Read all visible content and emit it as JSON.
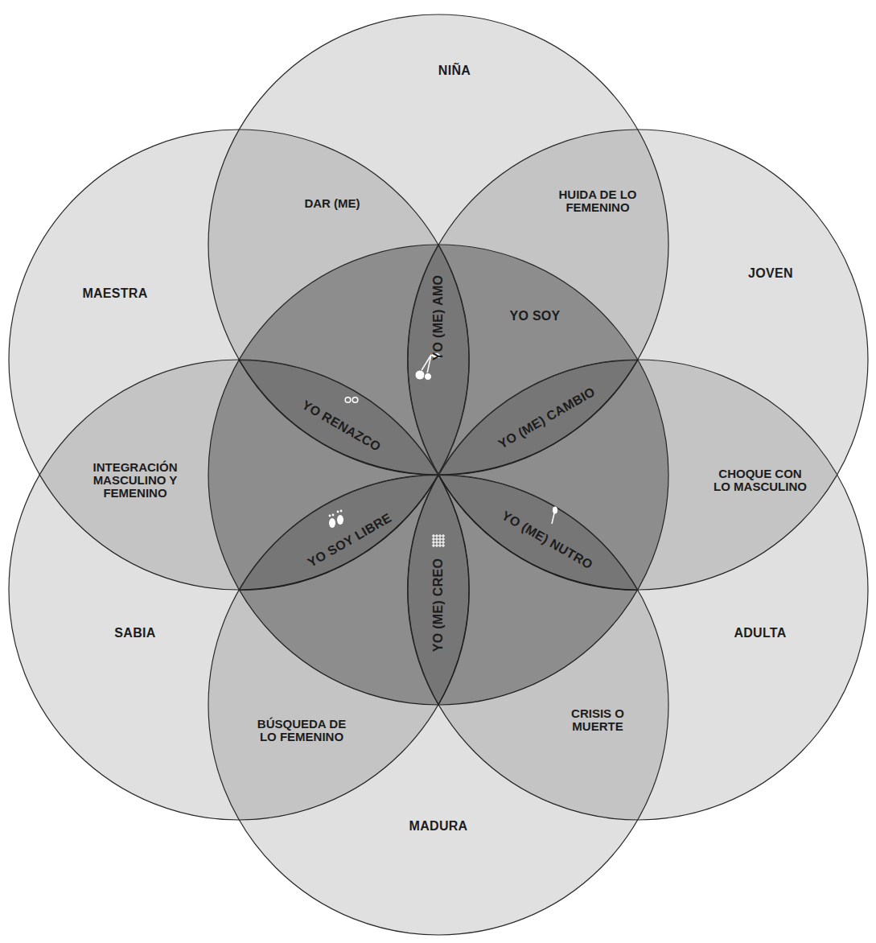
{
  "diagram": {
    "nodes": [
      {
        "text": [
          "NIÑA"
        ]
      },
      {
        "text": [
          "MAESTRA"
        ]
      },
      {
        "text": [
          "JOVEN"
        ]
      },
      {
        "text": [
          "YO SOY"
        ]
      },
      {
        "text": [
          "YO (ME) AMO"
        ],
        "in": 3
      },
      {
        "text": [
          "YO RENAZCO"
        ],
        "in": 3
      },
      {
        "text": [
          "YO (ME) CAMBIO"
        ],
        "in": 3
      },
      {
        "text": [
          "YO SOY LIBRE"
        ],
        "in": 3
      },
      {
        "text": [
          "YO (ME) NUTRO"
        ],
        "in": 3
      },
      {
        "text": [
          "YO (ME) CREO"
        ],
        "in": 3
      },
      {
        "text": [
          "SABIA"
        ]
      },
      {
        "text": [
          "ADULTA"
        ]
      },
      {
        "text": [
          "MADURA"
        ]
      }
    ],
    "labels": [
      "DAR (ME)",
      "HUIDA DE LO FEMENINO",
      "INTEGRACIÓN MASCULINO Y FEMENINO",
      "CHOQUE CON LO MASCULINO",
      "BÚSQUEDA DE LO FEMENINO",
      "CRISIS O MUERTE"
    ]
  }
}
